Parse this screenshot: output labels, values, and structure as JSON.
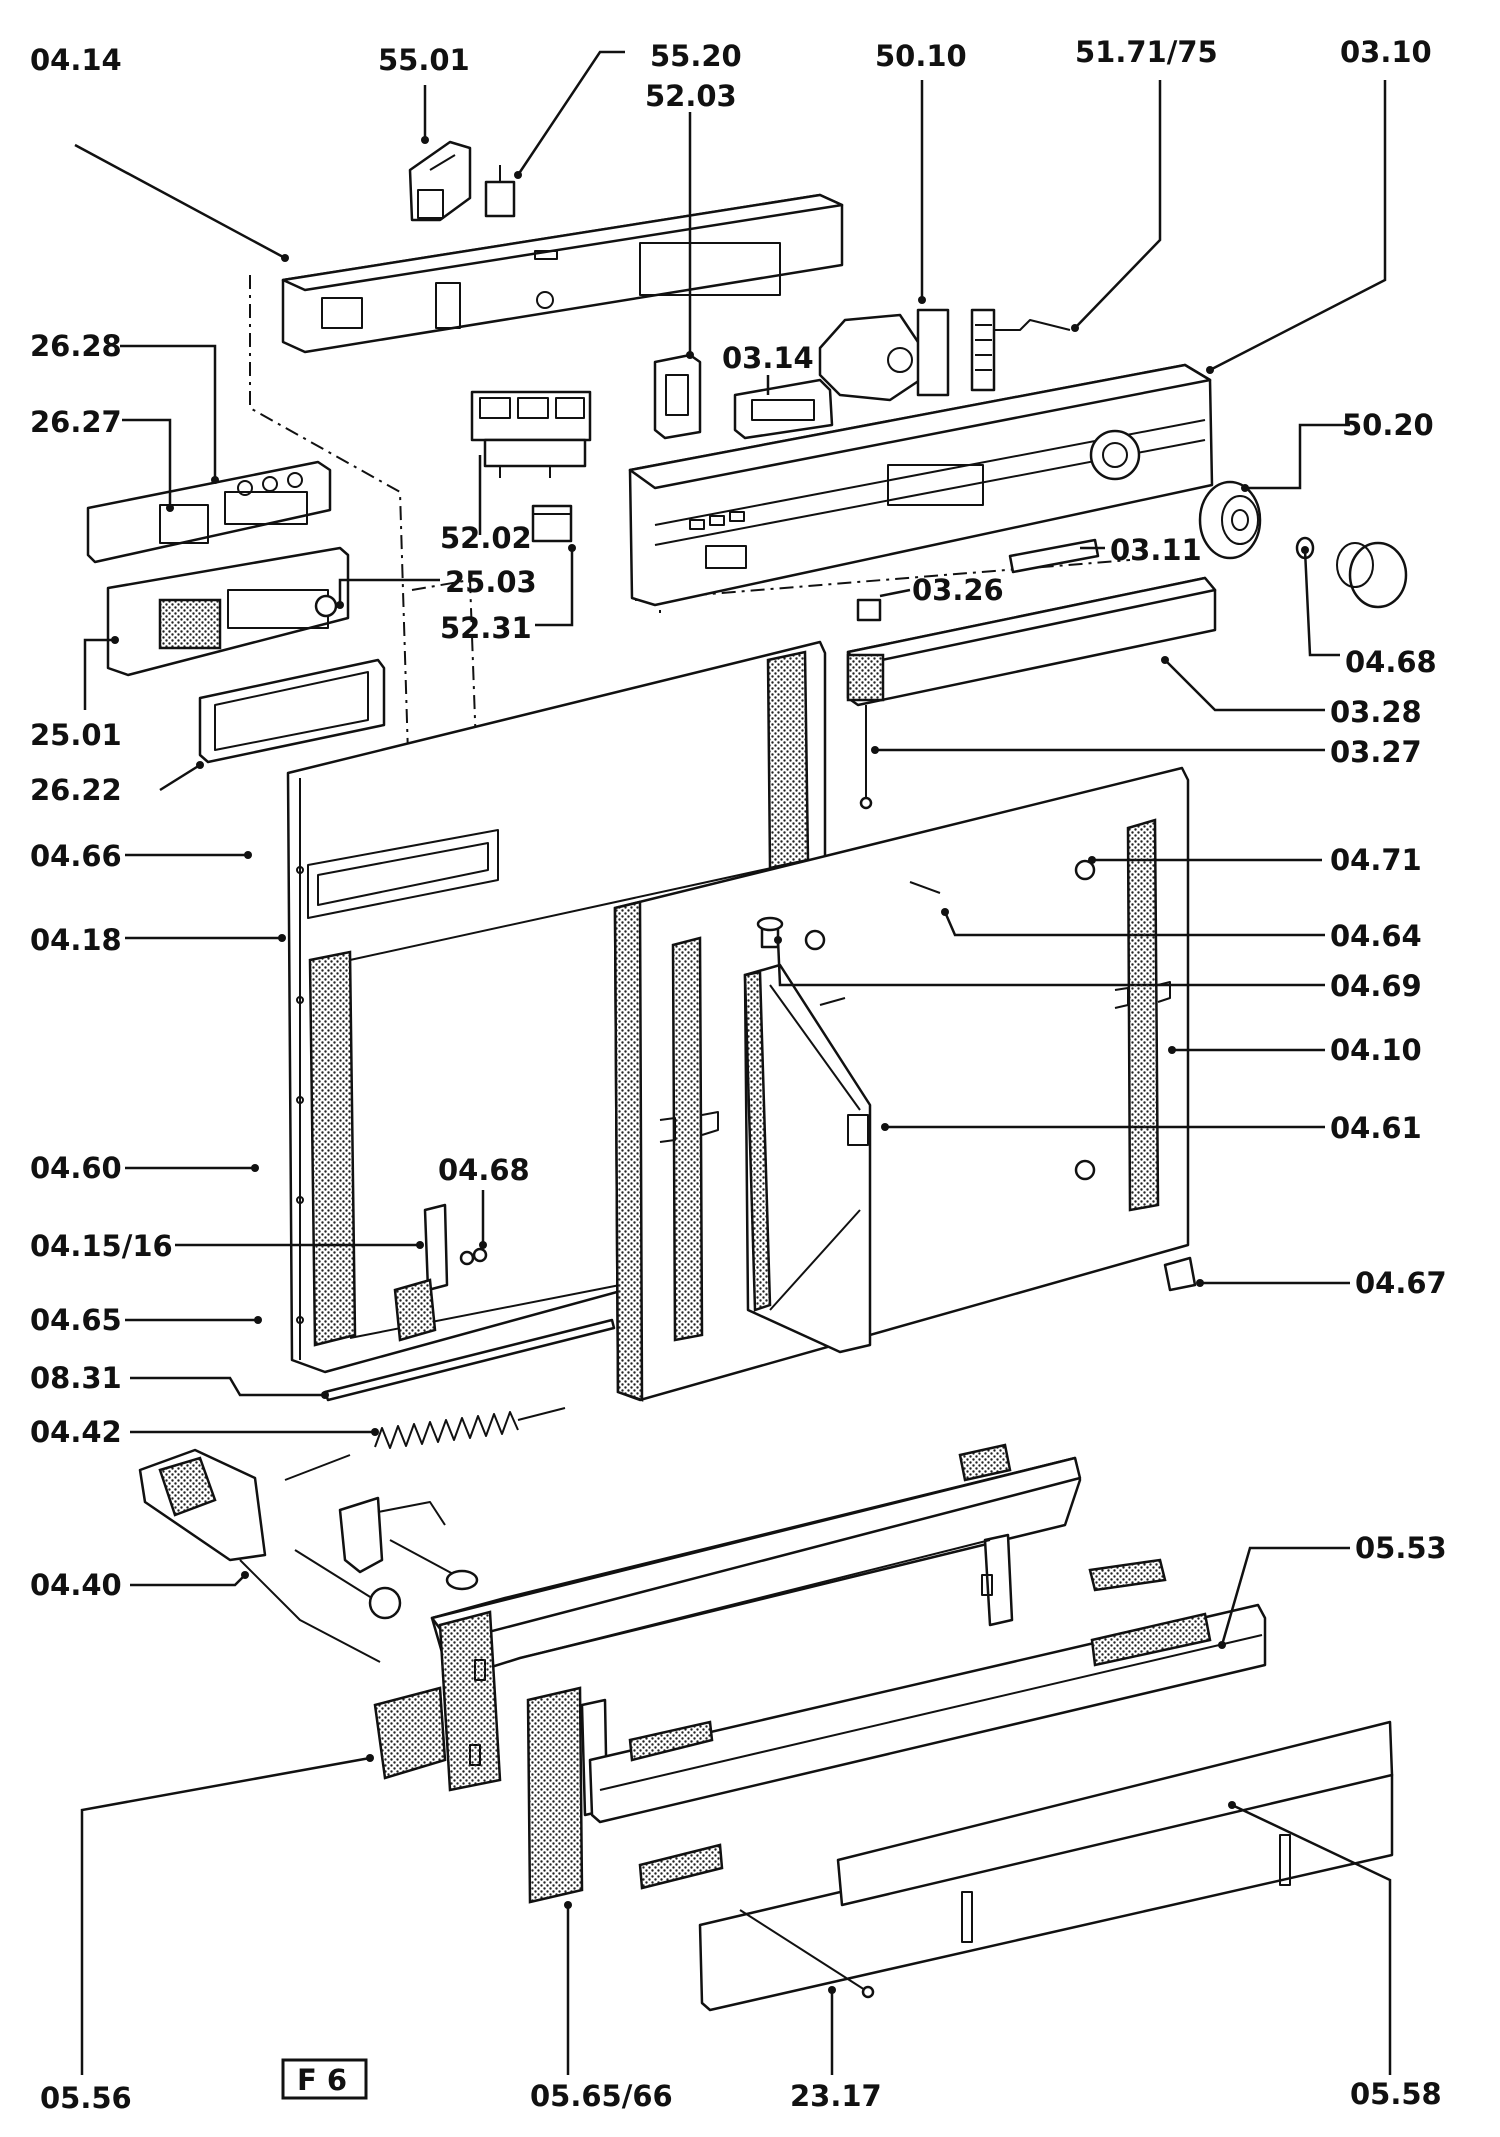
{
  "figure": {
    "plate": "F 6",
    "labels": {
      "l0414": "04.14",
      "l5501": "55.01",
      "l5520": "55.20",
      "l5203": "52.03",
      "l5010": "50.10",
      "l5171": "51.71/75",
      "l0310": "03.10",
      "l2628": "26.28",
      "l2627": "26.27",
      "l0314": "03.14",
      "l5020": "50.20",
      "l2503": "25.03",
      "l5202": "52.02",
      "l0311": "03.11",
      "l0326": "03.26",
      "l5231": "52.31",
      "l0468a": "04.68",
      "l0328": "03.28",
      "l2501": "25.01",
      "l0327": "03.27",
      "l2622": "26.22",
      "l0466": "04.66",
      "l0471": "04.71",
      "l0418": "04.18",
      "l0464": "04.64",
      "l0469": "04.69",
      "l0410": "04.10",
      "l0461": "04.61",
      "l0460": "04.60",
      "l0468b": "04.68",
      "l0415": "04.15/16",
      "l0467": "04.67",
      "l0465": "04.65",
      "l0831": "08.31",
      "l0442": "04.42",
      "l0553": "05.53",
      "l0440": "04.40",
      "l0556": "05.56",
      "l0565": "05.65/66",
      "l2317": "23.17",
      "l0558": "05.58"
    }
  }
}
